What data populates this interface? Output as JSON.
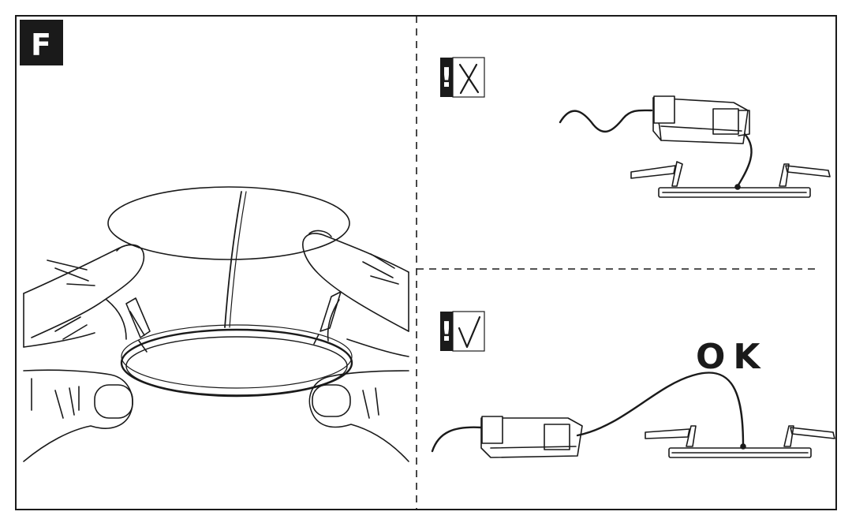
{
  "step": {
    "letter": "F"
  },
  "panels": {
    "wrong": {
      "warning_glyph": "!",
      "mark_glyph": "X",
      "meaning": "incorrect"
    },
    "right": {
      "warning_glyph": "!",
      "mark_glyph": "✓",
      "meaning": "correct",
      "result_label": "OK"
    }
  },
  "icons": [
    "warning-icon",
    "cross-icon",
    "check-icon",
    "led-driver",
    "led-panel",
    "hands"
  ],
  "colors": {
    "line": "#1a1a1a",
    "badge_bg": "#1a1a1a",
    "badge_text": "#ffffff",
    "background": "#ffffff"
  }
}
